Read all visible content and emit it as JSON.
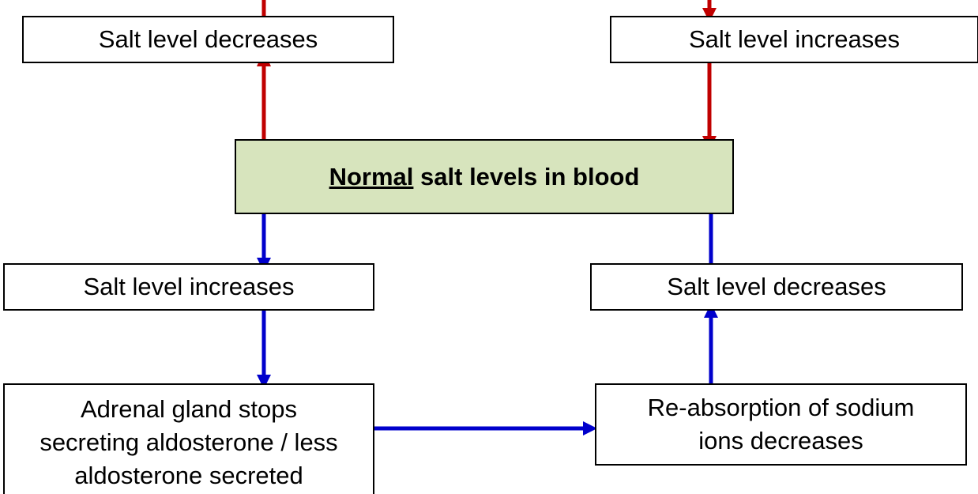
{
  "diagram": {
    "boxes": {
      "top_left": "Salt level decreases",
      "top_right": "Salt level increases",
      "center_emphasis": "Normal",
      "center_rest": " salt levels in blood",
      "mid_left": "Salt level increases",
      "mid_right": "Salt level decreases",
      "bottom_left_line1": "Adrenal gland stops",
      "bottom_left_line2": "secreting aldosterone / less",
      "bottom_left_line3": "aldosterone secreted",
      "bottom_right_line1": "Re-absorption of sodium",
      "bottom_right_line2": "ions decreases"
    },
    "colors": {
      "red_arrow": "#c00000",
      "blue_arrow": "#0000cc",
      "center_fill": "#d7e4bd",
      "border": "#000000"
    }
  }
}
